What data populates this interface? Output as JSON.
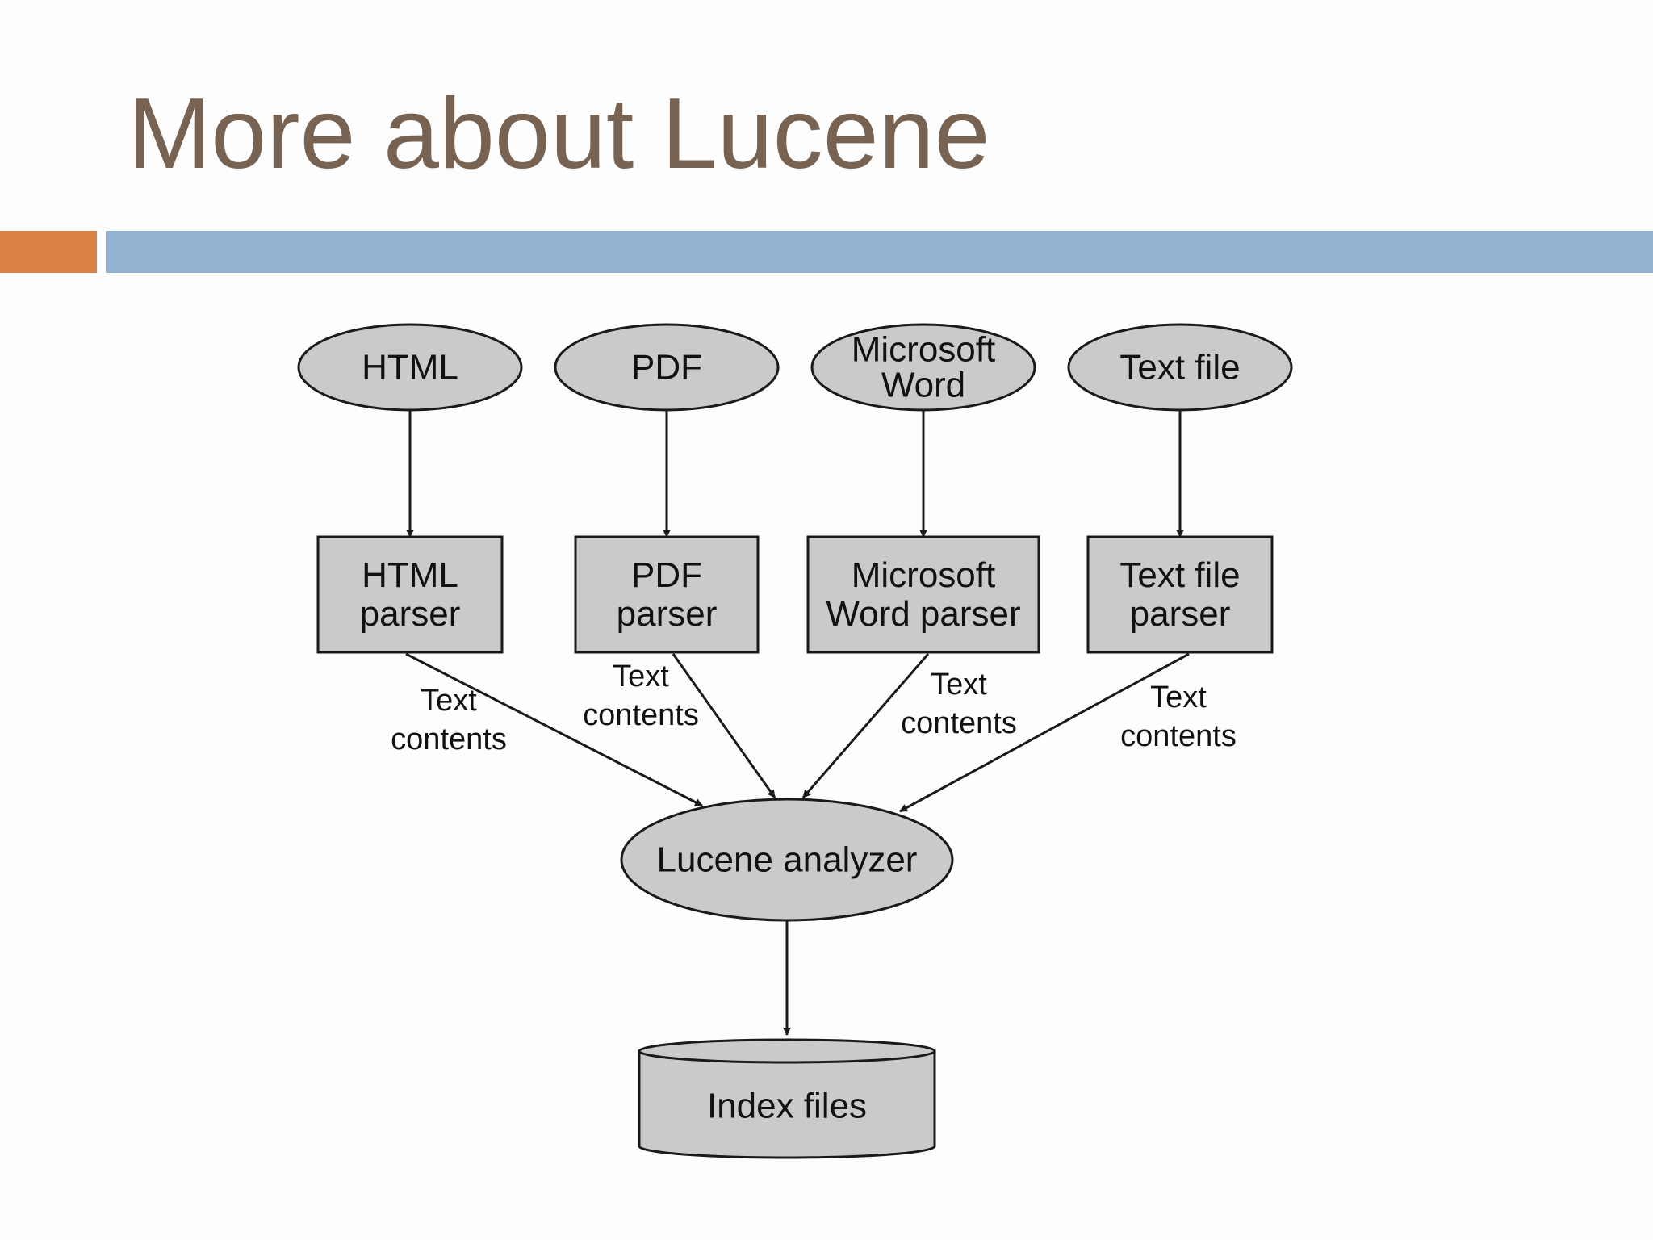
{
  "slide": {
    "title": "More about Lucene",
    "accent_color": "#db8246",
    "bar_color": "#93b3d2",
    "title_color": "#786353"
  },
  "diagram": {
    "node_fill": "#cbc9cc",
    "stroke_color": "#1a1a1a",
    "sources": [
      {
        "lines": [
          "HTML"
        ]
      },
      {
        "lines": [
          "PDF"
        ]
      },
      {
        "lines": [
          "Microsoft",
          "Word"
        ]
      },
      {
        "lines": [
          "Text file"
        ]
      }
    ],
    "parsers": [
      {
        "lines": [
          "HTML",
          "parser"
        ]
      },
      {
        "lines": [
          "PDF",
          "parser"
        ]
      },
      {
        "lines": [
          "Microsoft",
          "Word parser"
        ]
      },
      {
        "lines": [
          "Text file",
          "parser"
        ]
      }
    ],
    "edge_labels": [
      {
        "lines": [
          "Text",
          "contents"
        ]
      },
      {
        "lines": [
          "Text",
          "contents"
        ]
      },
      {
        "lines": [
          "Text",
          "contents"
        ]
      },
      {
        "lines": [
          "Text",
          "contents"
        ]
      }
    ],
    "analyzer": {
      "label": "Lucene analyzer"
    },
    "storage": {
      "label": "Index files"
    }
  }
}
